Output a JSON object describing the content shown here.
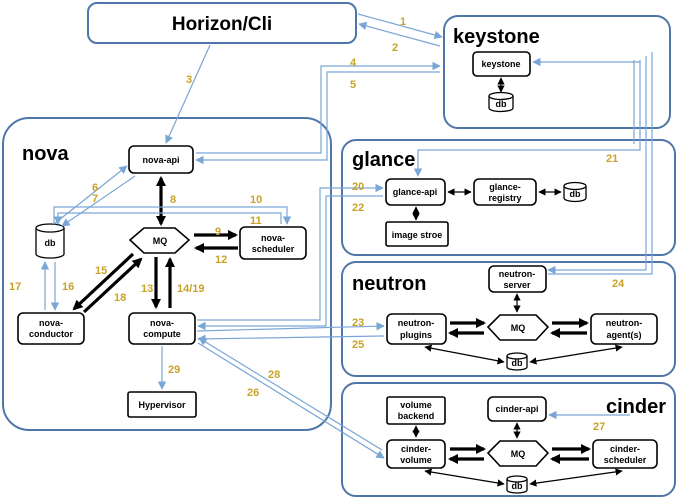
{
  "regions": {
    "nova": "nova",
    "keystone": "keystone",
    "glance": "glance",
    "neutron": "neutron",
    "cinder": "cinder"
  },
  "nodes": {
    "horizon": "Horizon/Cli",
    "keystone_inner": "keystone",
    "keystone_db": "db",
    "nova_api": "nova-api",
    "nova_db": "db",
    "nova_mq": "MQ",
    "nova_scheduler": [
      "nova-",
      "scheduler"
    ],
    "nova_conductor": [
      "nova-",
      "conductor"
    ],
    "nova_compute": [
      "nova-",
      "compute"
    ],
    "hypervisor": "Hypervisor",
    "glance_api": "glance-api",
    "glance_registry": [
      "glance-",
      "registry"
    ],
    "glance_db": "db",
    "image_store": "image stroe",
    "neutron_server": [
      "neutron-",
      "server"
    ],
    "neutron_plugins": [
      "neutron-",
      "plugins"
    ],
    "neutron_mq": "MQ",
    "neutron_agents": [
      "neutron-",
      "agent(s)"
    ],
    "neutron_db": "db",
    "volume_backend": [
      "volume",
      "backend"
    ],
    "cinder_api": "cinder-api",
    "cinder_volume": [
      "cinder-",
      "volume"
    ],
    "cinder_mq": "MQ",
    "cinder_scheduler": [
      "cinder-",
      "scheduler"
    ],
    "cinder_db": "db"
  },
  "steps": [
    "1",
    "2",
    "3",
    "4",
    "5",
    "6",
    "7",
    "8",
    "9",
    "10",
    "11",
    "12",
    "13",
    "14/19",
    "15",
    "16",
    "17",
    "18",
    "20",
    "21",
    "22",
    "23",
    "24",
    "25",
    "26",
    "27",
    "28",
    "29"
  ],
  "colors": {
    "region_border": "#4f76a8",
    "flow_arrow": "#7aa6d6",
    "step_number": "#c9a22a"
  }
}
